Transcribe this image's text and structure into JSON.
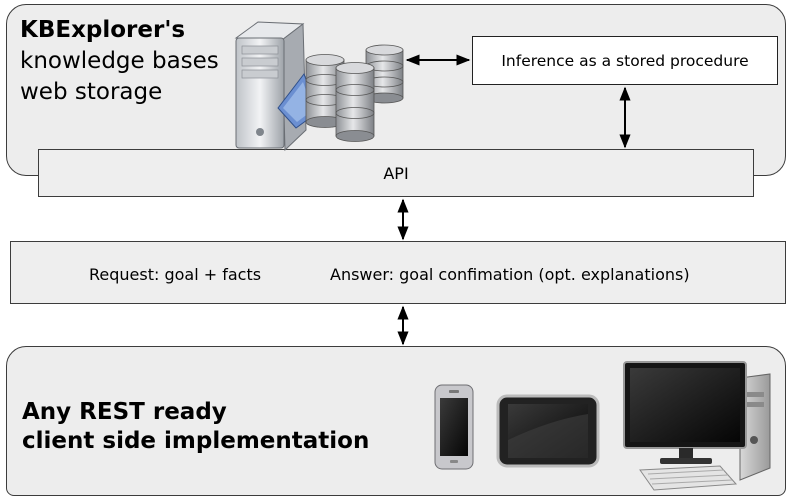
{
  "storage": {
    "title_line1": "KBExplorer's",
    "title_line2": "knowledge bases",
    "title_line3": "web storage",
    "inference_label": "Inference as a stored procedure",
    "icons": [
      "server-icon",
      "database-icon"
    ]
  },
  "api": {
    "label": "API"
  },
  "exchange": {
    "request_label": "Request: goal + facts",
    "answer_label": "Answer: goal confimation (opt. explanations)"
  },
  "client": {
    "line1": "Any REST ready",
    "line2": "client side implementation",
    "icons": [
      "smartphone-icon",
      "tablet-icon",
      "desktop-computer-icon"
    ]
  },
  "colors": {
    "panel_fill": "#ededed",
    "border": "#3c3c3c",
    "arrow": "#000000"
  }
}
